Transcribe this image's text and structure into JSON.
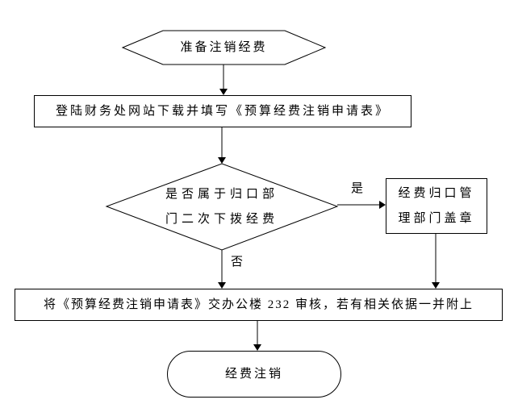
{
  "nodes": {
    "start": "准备注销经费",
    "step_download": "登陆财务处网站下载并填写《预算经费注销申请表》",
    "decision_line1": "是否属于归口部",
    "decision_line2": "门二次下拨经费",
    "stamp_line1": "经费归口管",
    "stamp_line2": "理部门盖章",
    "step_submit": "将《预算经费注销申请表》交办公楼 232 审核，若有相关依据一并附上",
    "end": "经费注销"
  },
  "edge_labels": {
    "yes": "是",
    "no": "否"
  },
  "colors": {
    "stroke": "#000000",
    "fill": "#ffffff",
    "text": "#000000"
  }
}
